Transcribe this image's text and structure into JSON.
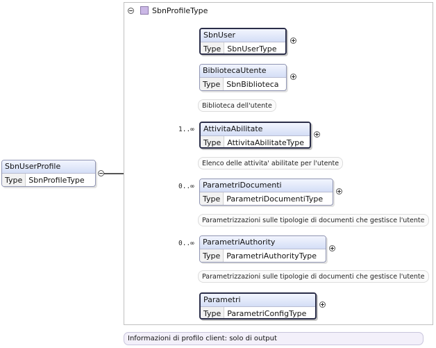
{
  "root": {
    "name": "SbnUserProfile",
    "type_label": "Type",
    "type": "SbnProfileType"
  },
  "complex_type": {
    "title": "SbnProfileType"
  },
  "elements": [
    {
      "name": "SbnUser",
      "type_label": "Type",
      "type": "SbnUserType",
      "cardinality": "",
      "doc": ""
    },
    {
      "name": "BibliotecaUtente",
      "type_label": "Type",
      "type": "SbnBiblioteca",
      "cardinality": "",
      "doc": "Biblioteca dell'utente"
    },
    {
      "name": "AttivitaAbilitate",
      "type_label": "Type",
      "type": "AttivitaAbilitateType",
      "cardinality": "1..∞",
      "doc": "Elenco delle attivita' abilitate per l'utente"
    },
    {
      "name": "ParametriDocumenti",
      "type_label": "Type",
      "type": "ParametriDocumentiType",
      "cardinality": "0..∞",
      "doc": "Parametrizzazioni sulle tipologie di documenti che gestisce l'utente"
    },
    {
      "name": "ParametriAuthority",
      "type_label": "Type",
      "type": "ParametriAuthorityType",
      "cardinality": "0..∞",
      "doc": "Parametrizzazioni sulle tipologie di documenti che gestisce l'utente"
    },
    {
      "name": "Parametri",
      "type_label": "Type",
      "type": "ParametriConfigType",
      "cardinality": "",
      "doc": ""
    }
  ],
  "annotation": "Informazioni di profilo client: solo di output",
  "colors": {
    "line": "#555555",
    "header_top": "#f2f5fe",
    "header_bottom": "#d4def6",
    "type_square": "#cbb8e6"
  }
}
